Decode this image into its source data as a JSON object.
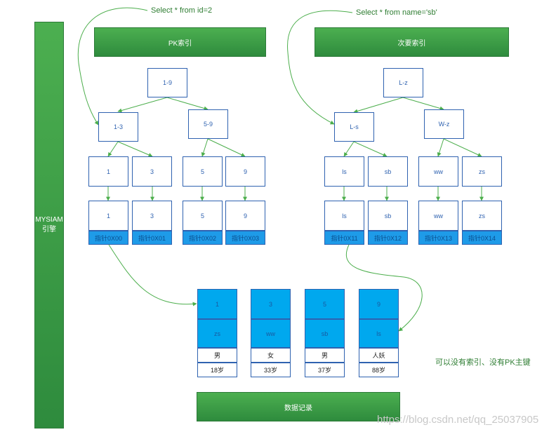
{
  "engine_label": "MYSIAM\n引擎",
  "pk_index": {
    "header": "PK索引",
    "query": "Select * from id=2",
    "root": "1-9",
    "level1": [
      "1-3",
      "5-9"
    ],
    "leaves": [
      "1",
      "3",
      "5",
      "9"
    ],
    "data_nodes": [
      "1",
      "3",
      "5",
      "9"
    ],
    "pointers": [
      "指针0X00",
      "指针0X01",
      "指针0X02",
      "指针0X03"
    ]
  },
  "secondary_index": {
    "header": "次要索引",
    "query": "Select * from name='sb'",
    "root": "L-z",
    "level1": [
      "L-s",
      "W-z"
    ],
    "leaves": [
      "ls",
      "sb",
      "ww",
      "zs"
    ],
    "data_nodes": [
      "ls",
      "sb",
      "ww",
      "zs"
    ],
    "pointers": [
      "指针0X11",
      "指针0X12",
      "指针0X13",
      "指针0X14"
    ]
  },
  "records": [
    {
      "id": "1",
      "name": "zs",
      "gender": "男",
      "age": "18岁"
    },
    {
      "id": "3",
      "name": "ww",
      "gender": "女",
      "age": "33岁"
    },
    {
      "id": "5",
      "name": "sb",
      "gender": "男",
      "age": "37岁"
    },
    {
      "id": "9",
      "name": "ls",
      "gender": "人妖",
      "age": "88岁"
    }
  ],
  "records_label": "数据记录",
  "side_note": "可以没有索引、没有PK主键",
  "watermark": "https://blog.csdn.net/qq_25037905",
  "colors": {
    "green": "#3a9a48",
    "border_blue": "#2f62b0",
    "pointer_blue": "#1e9be8",
    "record_blue": "#00a8ee",
    "arrow_green": "#4cae4c"
  }
}
